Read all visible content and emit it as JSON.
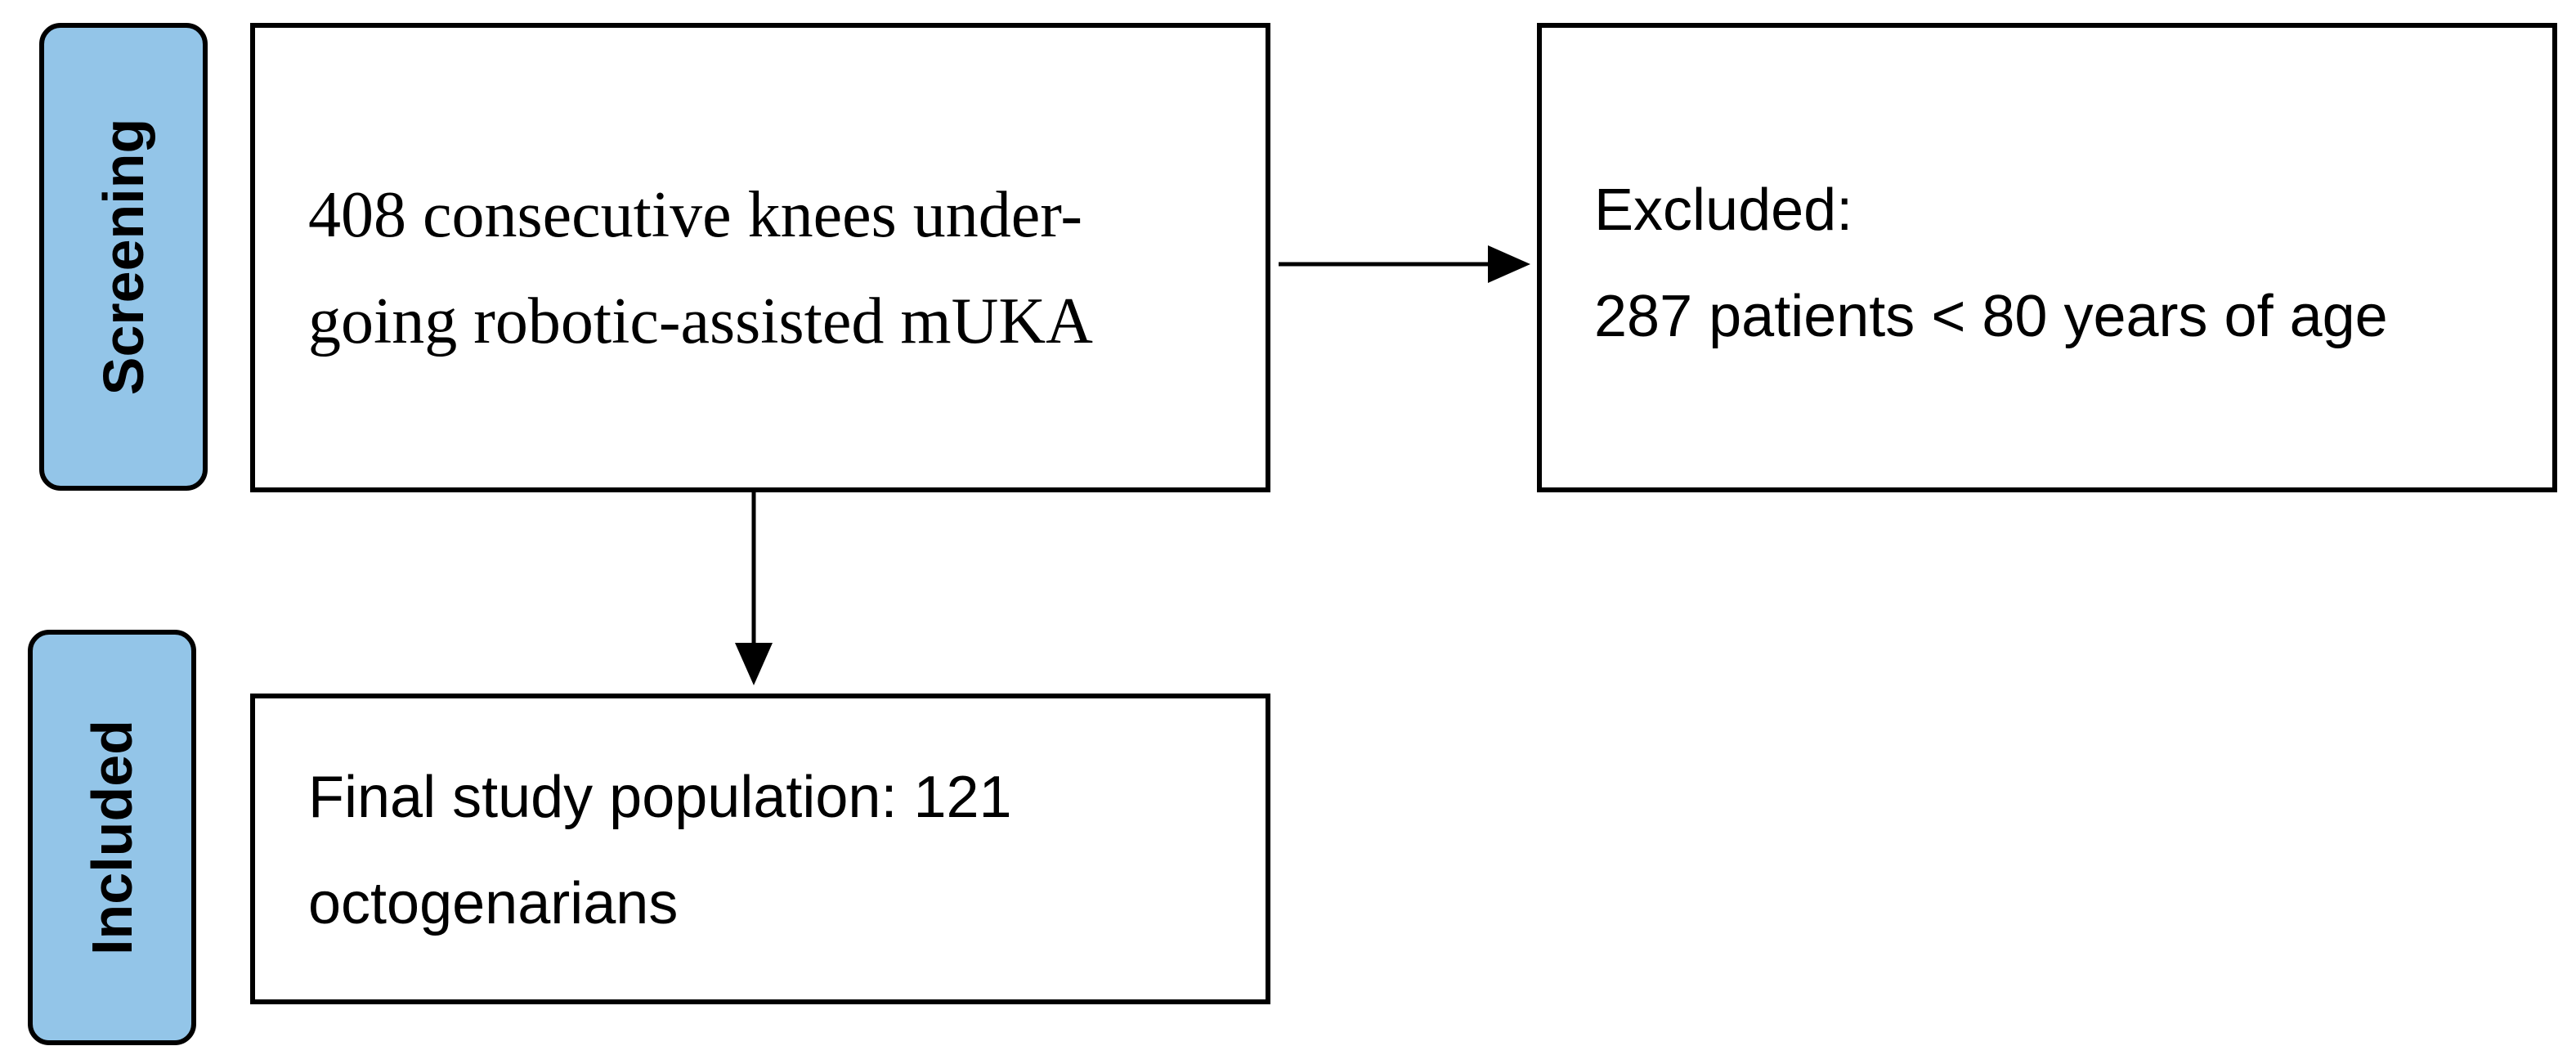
{
  "phases": {
    "screening": "Screening",
    "included": "Included"
  },
  "boxes": {
    "screening": {
      "lines": [
        "408 consecutive knees under-",
        "going robotic-assisted mUKA"
      ]
    },
    "excluded": {
      "lines": [
        "Excluded:",
        "287 patients < 80 years of age"
      ]
    },
    "included": {
      "lines": [
        "Final study population: 121",
        "octogenarians"
      ]
    }
  },
  "colors": {
    "phase_fill": "#93c5e8",
    "stroke": "#000000"
  }
}
